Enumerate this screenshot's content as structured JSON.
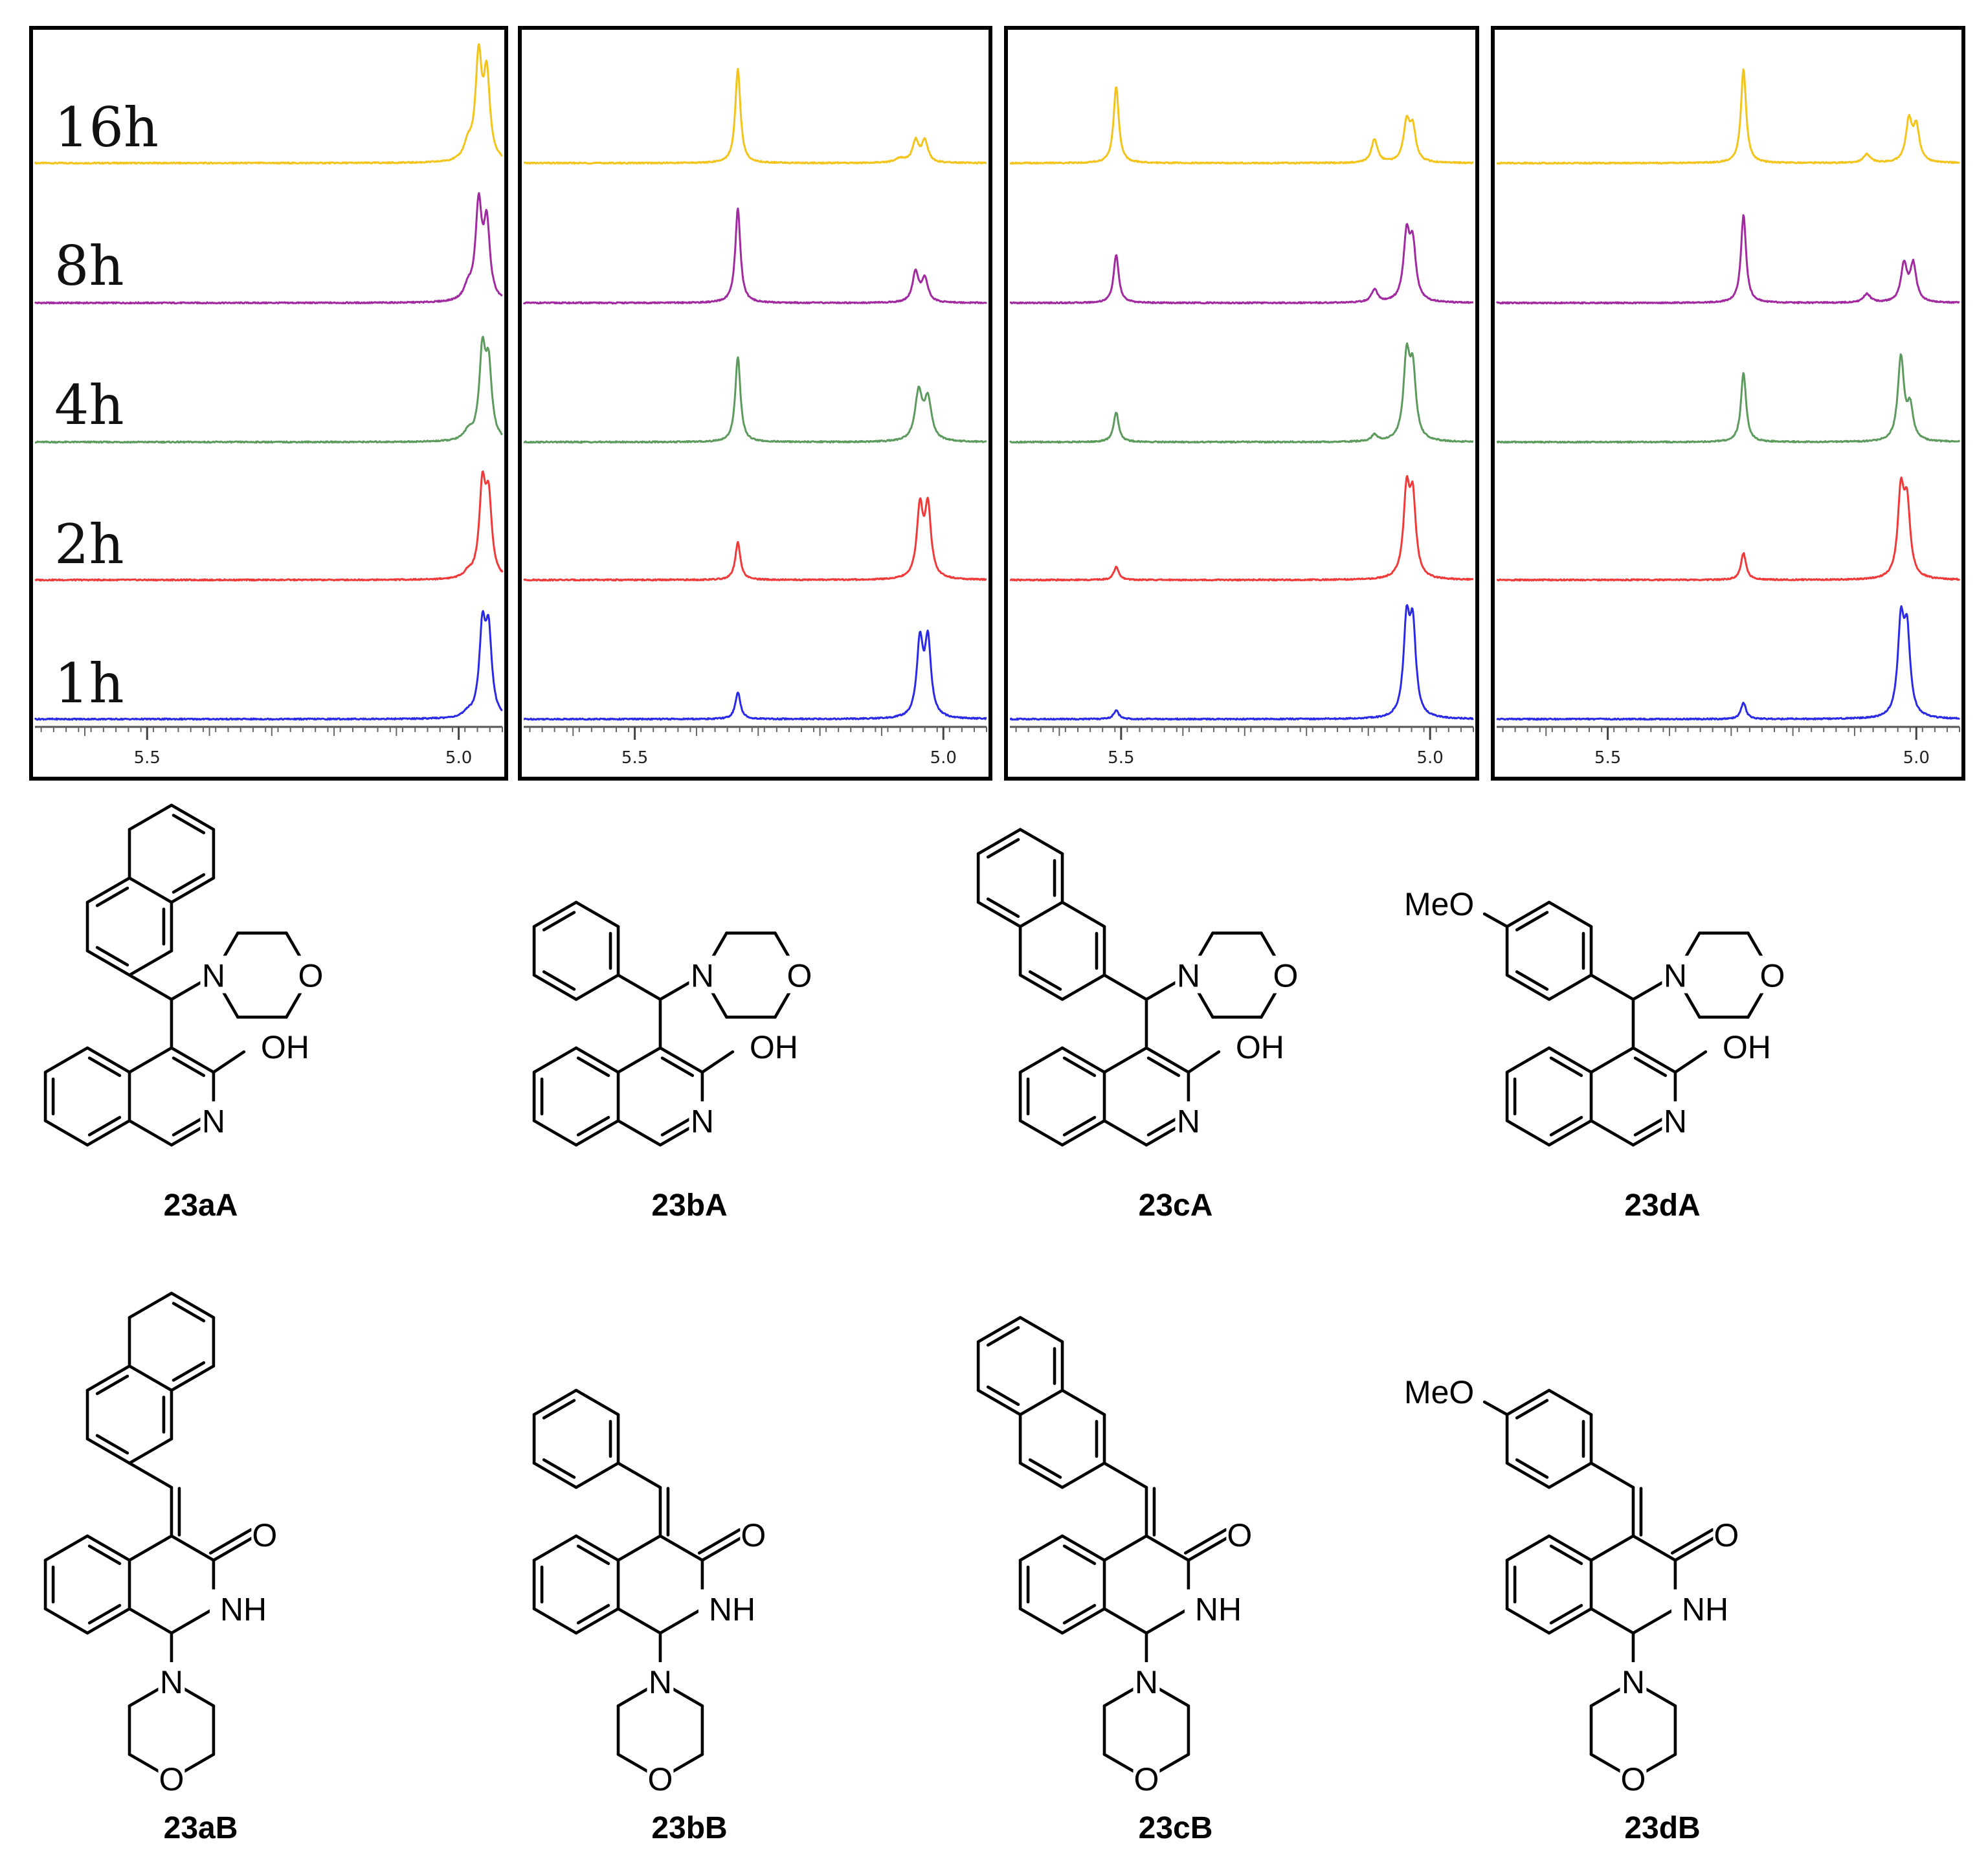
{
  "chart_data": {
    "type": "line",
    "title": "",
    "xlabel": "",
    "ylabel": "",
    "x_axis": {
      "min": 4.93,
      "max": 5.68,
      "reversed": true,
      "major_ticks": [
        5.5,
        5.0
      ],
      "tick_labels": [
        "5.5",
        "5.0"
      ],
      "minor_step": 0.1
    },
    "time_points": [
      "16h",
      "8h",
      "4h",
      "2h",
      "1h"
    ],
    "trace_colors": {
      "16h": "#f2c41c",
      "8h": "#a12aa1",
      "4h": "#5d9a5d",
      "2h": "#f03a3a",
      "1h": "#2a2ae6"
    },
    "panels": [
      {
        "id": "a",
        "compounds": [
          "23aA",
          "23aB"
        ],
        "series": [
          {
            "time": "16h",
            "peaks": [
              {
                "ppm": 4.968,
                "height": 0.95,
                "width": 0.006
              },
              {
                "ppm": 4.955,
                "height": 0.78,
                "width": 0.006
              },
              {
                "ppm": 4.985,
                "height": 0.15,
                "width": 0.008
              }
            ]
          },
          {
            "time": "8h",
            "peaks": [
              {
                "ppm": 4.968,
                "height": 0.88,
                "width": 0.006
              },
              {
                "ppm": 4.955,
                "height": 0.7,
                "width": 0.006
              },
              {
                "ppm": 4.985,
                "height": 0.12,
                "width": 0.008
              }
            ]
          },
          {
            "time": "4h",
            "peaks": [
              {
                "ppm": 4.962,
                "height": 0.8,
                "width": 0.006
              },
              {
                "ppm": 4.952,
                "height": 0.65,
                "width": 0.006
              },
              {
                "ppm": 4.985,
                "height": 0.08,
                "width": 0.008
              }
            ]
          },
          {
            "time": "2h",
            "peaks": [
              {
                "ppm": 4.962,
                "height": 0.82,
                "width": 0.006
              },
              {
                "ppm": 4.952,
                "height": 0.7,
                "width": 0.006
              },
              {
                "ppm": 4.985,
                "height": 0.05,
                "width": 0.008
              }
            ]
          },
          {
            "time": "1h",
            "peaks": [
              {
                "ppm": 4.962,
                "height": 0.8,
                "width": 0.006
              },
              {
                "ppm": 4.952,
                "height": 0.75,
                "width": 0.006
              },
              {
                "ppm": 4.985,
                "height": 0.04,
                "width": 0.008
              }
            ]
          }
        ]
      },
      {
        "id": "b",
        "compounds": [
          "23bA",
          "23bB"
        ],
        "series": [
          {
            "time": "16h",
            "peaks": [
              {
                "ppm": 5.333,
                "height": 0.88,
                "width": 0.005
              },
              {
                "ppm": 5.045,
                "height": 0.2,
                "width": 0.006
              },
              {
                "ppm": 5.03,
                "height": 0.2,
                "width": 0.006
              },
              {
                "ppm": 5.07,
                "height": 0.04,
                "width": 0.01
              }
            ]
          },
          {
            "time": "8h",
            "peaks": [
              {
                "ppm": 5.333,
                "height": 0.88,
                "width": 0.005
              },
              {
                "ppm": 5.045,
                "height": 0.28,
                "width": 0.006
              },
              {
                "ppm": 5.03,
                "height": 0.22,
                "width": 0.006
              }
            ]
          },
          {
            "time": "4h",
            "peaks": [
              {
                "ppm": 5.333,
                "height": 0.8,
                "width": 0.005
              },
              {
                "ppm": 5.04,
                "height": 0.45,
                "width": 0.007
              },
              {
                "ppm": 5.025,
                "height": 0.38,
                "width": 0.007
              }
            ]
          },
          {
            "time": "2h",
            "peaks": [
              {
                "ppm": 5.333,
                "height": 0.35,
                "width": 0.005
              },
              {
                "ppm": 5.038,
                "height": 0.65,
                "width": 0.006
              },
              {
                "ppm": 5.025,
                "height": 0.65,
                "width": 0.006
              }
            ]
          },
          {
            "time": "1h",
            "peaks": [
              {
                "ppm": 5.333,
                "height": 0.25,
                "width": 0.005
              },
              {
                "ppm": 5.038,
                "height": 0.7,
                "width": 0.006
              },
              {
                "ppm": 5.025,
                "height": 0.7,
                "width": 0.006
              }
            ]
          }
        ]
      },
      {
        "id": "c",
        "compounds": [
          "23cA",
          "23cB"
        ],
        "series": [
          {
            "time": "16h",
            "peaks": [
              {
                "ppm": 5.508,
                "height": 0.72,
                "width": 0.005
              },
              {
                "ppm": 5.09,
                "height": 0.22,
                "width": 0.006
              },
              {
                "ppm": 5.038,
                "height": 0.36,
                "width": 0.006
              },
              {
                "ppm": 5.028,
                "height": 0.3,
                "width": 0.006
              }
            ]
          },
          {
            "time": "8h",
            "peaks": [
              {
                "ppm": 5.508,
                "height": 0.45,
                "width": 0.005
              },
              {
                "ppm": 5.09,
                "height": 0.12,
                "width": 0.006
              },
              {
                "ppm": 5.038,
                "height": 0.6,
                "width": 0.006
              },
              {
                "ppm": 5.028,
                "height": 0.5,
                "width": 0.006
              }
            ]
          },
          {
            "time": "4h",
            "peaks": [
              {
                "ppm": 5.508,
                "height": 0.28,
                "width": 0.005
              },
              {
                "ppm": 5.09,
                "height": 0.06,
                "width": 0.006
              },
              {
                "ppm": 5.038,
                "height": 0.75,
                "width": 0.006
              },
              {
                "ppm": 5.028,
                "height": 0.62,
                "width": 0.006
              }
            ]
          },
          {
            "time": "2h",
            "peaks": [
              {
                "ppm": 5.508,
                "height": 0.12,
                "width": 0.005
              },
              {
                "ppm": 5.038,
                "height": 0.78,
                "width": 0.006
              },
              {
                "ppm": 5.028,
                "height": 0.7,
                "width": 0.006
              }
            ]
          },
          {
            "time": "1h",
            "peaks": [
              {
                "ppm": 5.508,
                "height": 0.08,
                "width": 0.005
              },
              {
                "ppm": 5.038,
                "height": 0.85,
                "width": 0.006
              },
              {
                "ppm": 5.028,
                "height": 0.8,
                "width": 0.006
              }
            ]
          }
        ]
      },
      {
        "id": "d",
        "compounds": [
          "23dA",
          "23dB"
        ],
        "series": [
          {
            "time": "16h",
            "peaks": [
              {
                "ppm": 5.28,
                "height": 0.88,
                "width": 0.005
              },
              {
                "ppm": 5.08,
                "height": 0.08,
                "width": 0.007
              },
              {
                "ppm": 5.012,
                "height": 0.38,
                "width": 0.006
              },
              {
                "ppm": 5.0,
                "height": 0.32,
                "width": 0.006
              }
            ]
          },
          {
            "time": "8h",
            "peaks": [
              {
                "ppm": 5.28,
                "height": 0.82,
                "width": 0.005
              },
              {
                "ppm": 5.08,
                "height": 0.08,
                "width": 0.007
              },
              {
                "ppm": 5.02,
                "height": 0.35,
                "width": 0.006
              },
              {
                "ppm": 5.005,
                "height": 0.35,
                "width": 0.006
              }
            ]
          },
          {
            "time": "4h",
            "peaks": [
              {
                "ppm": 5.28,
                "height": 0.65,
                "width": 0.005
              },
              {
                "ppm": 5.025,
                "height": 0.78,
                "width": 0.006
              },
              {
                "ppm": 5.01,
                "height": 0.3,
                "width": 0.006
              }
            ]
          },
          {
            "time": "2h",
            "peaks": [
              {
                "ppm": 5.28,
                "height": 0.25,
                "width": 0.005
              },
              {
                "ppm": 5.025,
                "height": 0.78,
                "width": 0.006
              },
              {
                "ppm": 5.015,
                "height": 0.65,
                "width": 0.006
              }
            ]
          },
          {
            "time": "1h",
            "peaks": [
              {
                "ppm": 5.28,
                "height": 0.15,
                "width": 0.005
              },
              {
                "ppm": 5.025,
                "height": 0.85,
                "width": 0.006
              },
              {
                "ppm": 5.015,
                "height": 0.75,
                "width": 0.006
              }
            ]
          }
        ]
      }
    ]
  },
  "compounds": [
    {
      "id": "23aA",
      "label": "23aA",
      "family": "A",
      "aryl": "1-naphthyl"
    },
    {
      "id": "23bA",
      "label": "23bA",
      "family": "A",
      "aryl": "phenyl"
    },
    {
      "id": "23cA",
      "label": "23cA",
      "family": "A",
      "aryl": "2-naphthyl"
    },
    {
      "id": "23dA",
      "label": "23dA",
      "family": "A",
      "aryl": "4-methoxyphenyl"
    },
    {
      "id": "23aB",
      "label": "23aB",
      "family": "B",
      "aryl": "1-naphthyl"
    },
    {
      "id": "23bB",
      "label": "23bB",
      "family": "B",
      "aryl": "phenyl"
    },
    {
      "id": "23cB",
      "label": "23cB",
      "family": "B",
      "aryl": "2-naphthyl"
    },
    {
      "id": "23dB",
      "label": "23dB",
      "family": "B",
      "aryl": "4-methoxyphenyl"
    }
  ],
  "atom_labels": {
    "N": "N",
    "O": "O",
    "OH": "OH",
    "NH": "NH",
    "MeO": "MeO"
  }
}
